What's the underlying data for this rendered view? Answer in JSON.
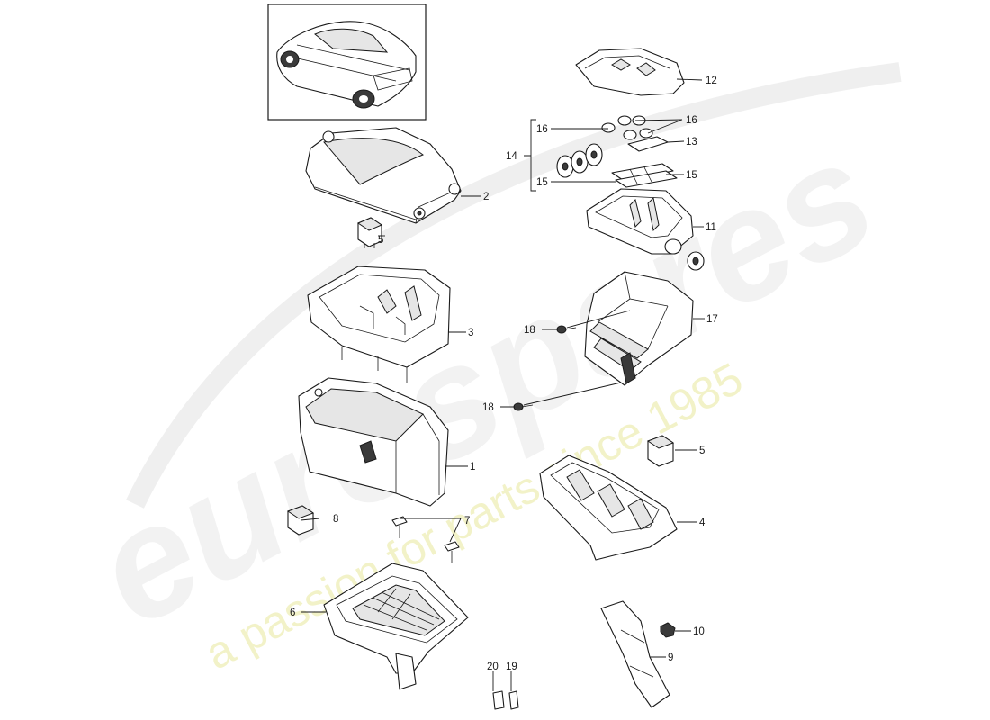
{
  "watermark": {
    "logo": "eurospares",
    "tagline": "a passion for parts since 1985"
  },
  "callouts": [
    {
      "id": "c1",
      "number": "1"
    },
    {
      "id": "c2",
      "number": "2"
    },
    {
      "id": "c3",
      "number": "3"
    },
    {
      "id": "c4",
      "number": "4"
    },
    {
      "id": "c5a",
      "number": "5"
    },
    {
      "id": "c5b",
      "number": "5"
    },
    {
      "id": "c6",
      "number": "6"
    },
    {
      "id": "c7",
      "number": "7"
    },
    {
      "id": "c8",
      "number": "8"
    },
    {
      "id": "c9",
      "number": "9"
    },
    {
      "id": "c10",
      "number": "10"
    },
    {
      "id": "c11",
      "number": "11"
    },
    {
      "id": "c12",
      "number": "12"
    },
    {
      "id": "c13",
      "number": "13"
    },
    {
      "id": "c14",
      "number": "14"
    },
    {
      "id": "c15a",
      "number": "15"
    },
    {
      "id": "c15b",
      "number": "15"
    },
    {
      "id": "c16a",
      "number": "16"
    },
    {
      "id": "c16b",
      "number": "16"
    },
    {
      "id": "c17",
      "number": "17"
    },
    {
      "id": "c18a",
      "number": "18"
    },
    {
      "id": "c18b",
      "number": "18"
    },
    {
      "id": "c19",
      "number": "19"
    },
    {
      "id": "c20",
      "number": "20"
    }
  ]
}
